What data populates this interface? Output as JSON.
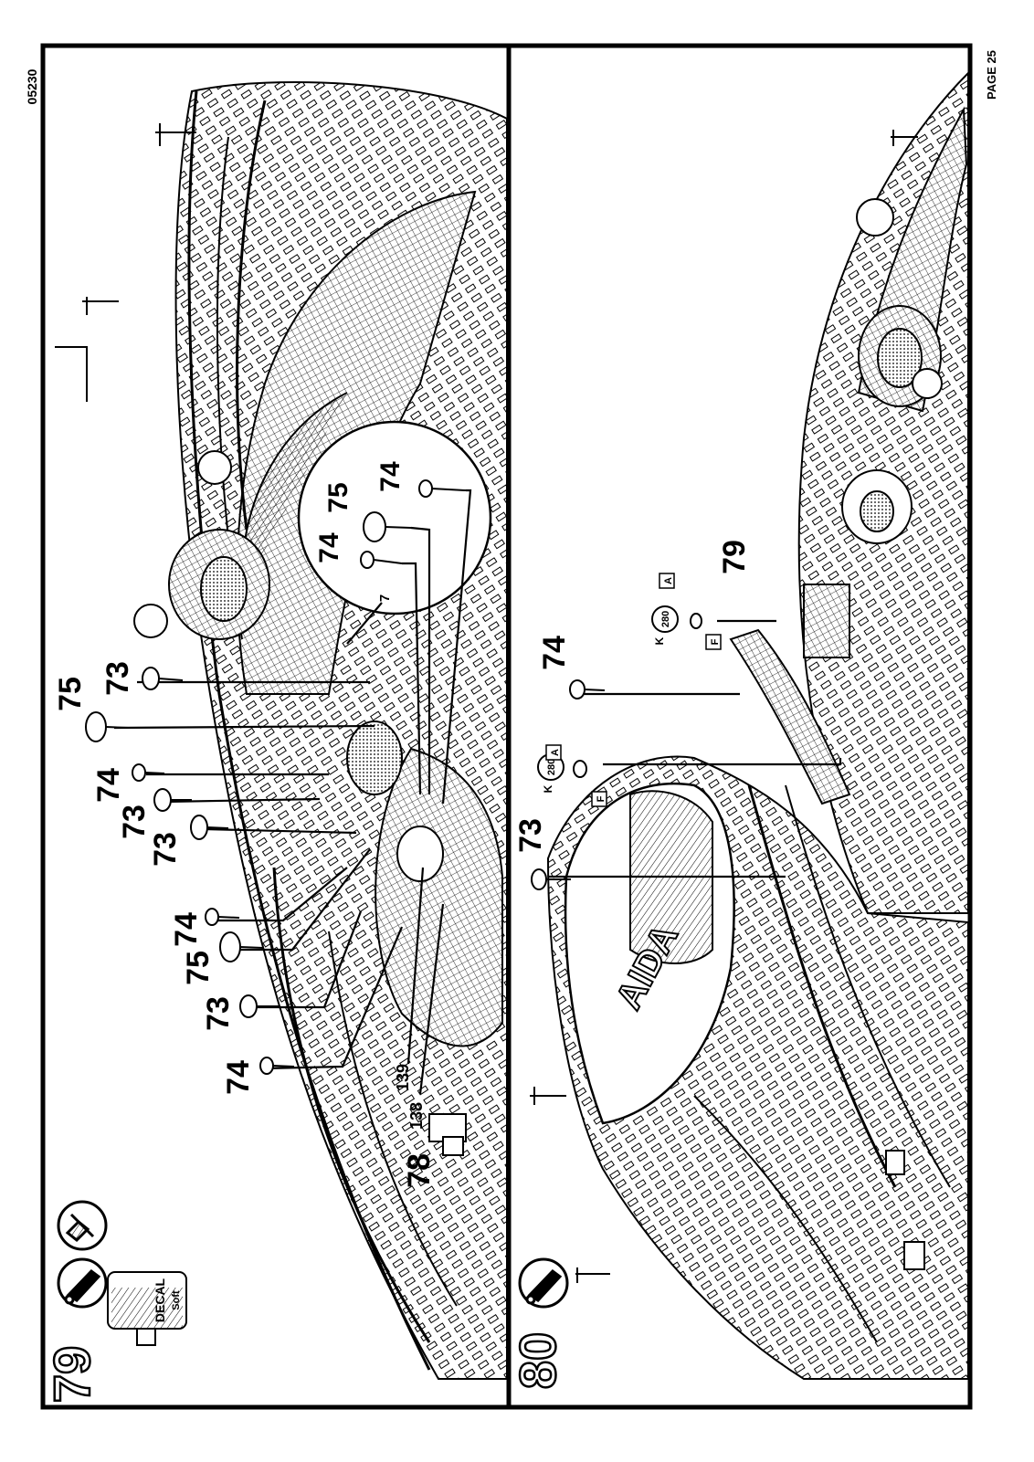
{
  "header": {
    "doc_number": "05230",
    "page_label": "PAGE 25"
  },
  "panel_79": {
    "step_number": "79",
    "decal_label": "DECAL",
    "decal_sub": "Soft",
    "detail_circle_labels": [
      "74",
      "75",
      "74",
      "7"
    ],
    "callouts": [
      {
        "id": "c1",
        "label": "75"
      },
      {
        "id": "c2",
        "label": "73"
      },
      {
        "id": "c3",
        "label": "74"
      },
      {
        "id": "c4",
        "label": "73"
      },
      {
        "id": "c5",
        "label": "73"
      },
      {
        "id": "c6",
        "label": "74"
      },
      {
        "id": "c7",
        "label": "75"
      },
      {
        "id": "c8",
        "label": "73"
      },
      {
        "id": "c9",
        "label": "74"
      },
      {
        "id": "c10",
        "label": "139"
      },
      {
        "id": "c11",
        "label": "138"
      },
      {
        "id": "c12",
        "label": "78"
      }
    ]
  },
  "panel_80": {
    "step_number": "80",
    "ship_text": "AIDA",
    "callouts": [
      {
        "id": "d1",
        "label": "74"
      },
      {
        "id": "d2",
        "label": "79"
      },
      {
        "id": "d3",
        "label": "73"
      }
    ],
    "paint_codes": [
      {
        "id": "p1",
        "letter": "K",
        "code": "280",
        "finish": "A",
        "mark": "F"
      },
      {
        "id": "p2",
        "letter": "K",
        "code": "280",
        "finish": "A",
        "mark": "F"
      }
    ]
  }
}
